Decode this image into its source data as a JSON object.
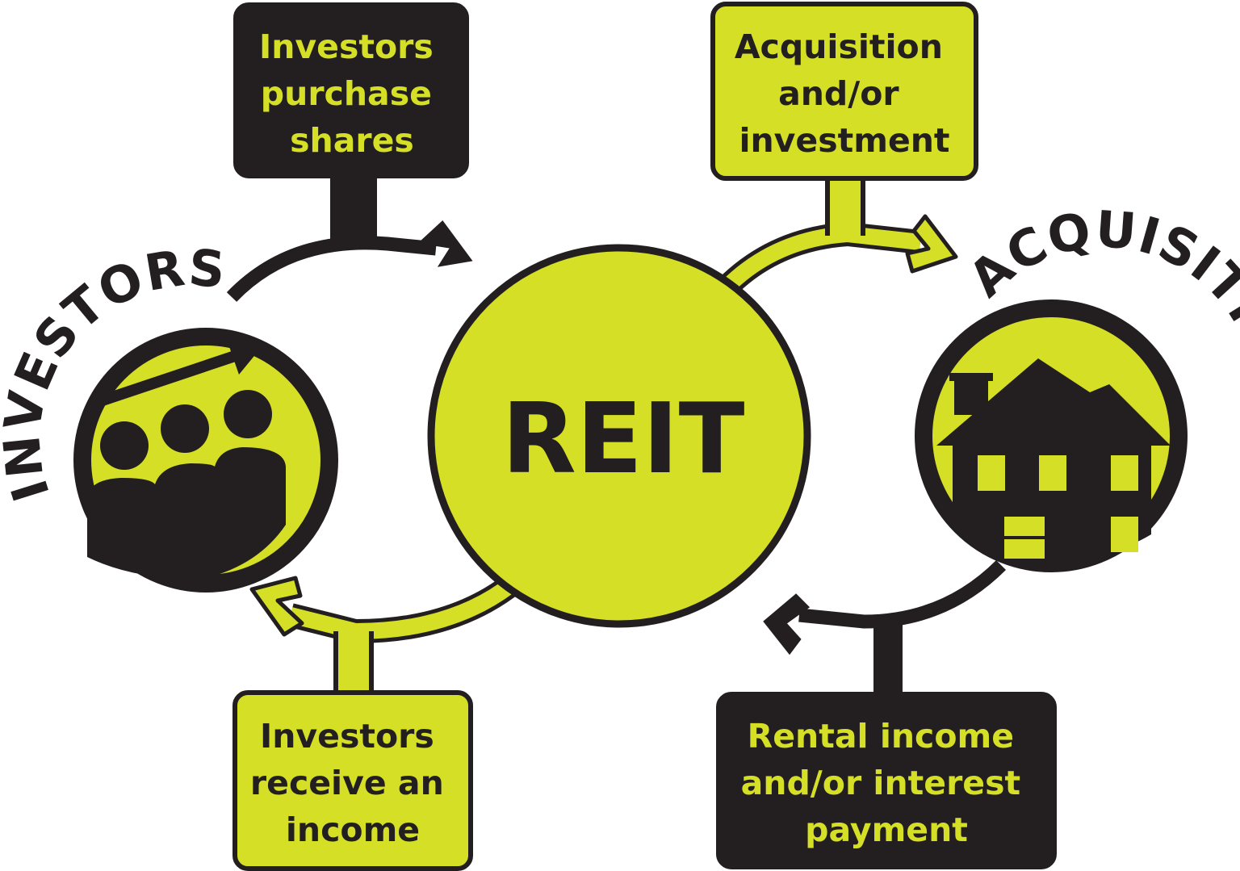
{
  "colors": {
    "dark": "#231f20",
    "accent": "#d4df26",
    "background": "#ffffff"
  },
  "center": {
    "label": "REIT"
  },
  "nodes": {
    "investors": {
      "label": "INVESTORS",
      "icon": "people-growth-icon"
    },
    "acquisition": {
      "label": "ACQUISITION",
      "icon": "house-icon"
    }
  },
  "boxes": {
    "purchase": {
      "lines": [
        "Investors",
        "purchase",
        "shares"
      ]
    },
    "acquire": {
      "lines": [
        "Acquisition",
        "and/or",
        "investment"
      ]
    },
    "income": {
      "lines": [
        "Investors",
        "receive an",
        "income"
      ]
    },
    "rental": {
      "lines": [
        "Rental income",
        "and/or interest",
        "payment"
      ]
    }
  }
}
